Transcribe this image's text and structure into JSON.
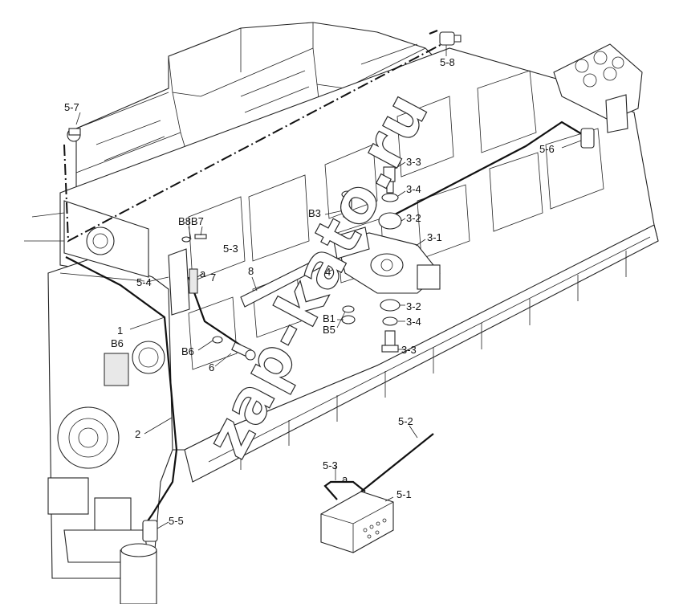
{
  "labels": {
    "l_5_7": "5-7",
    "l_5_8": "5-8",
    "l_5_6": "5-6",
    "l_3_3_top": "3-3",
    "l_3_4_top": "3-4",
    "l_3_2_top": "3-2",
    "l_3_1": "3-1",
    "l_b3": "B3",
    "l_b8b7": "B8B7",
    "l_5_3_top": "5-3",
    "l_7": "7",
    "l_a_top": "a",
    "l_5_4": "5-4",
    "l_8": "8",
    "l_4": "4",
    "l_1": "1",
    "l_b6_left": "B6",
    "l_b1": "B1",
    "l_b5": "B5",
    "l_3_2_bot": "3-2",
    "l_3_4_bot": "3-4",
    "l_3_3_bot": "3-3",
    "l_b6_mid": "B6",
    "l_6": "6",
    "l_2": "2",
    "l_5_2": "5-2",
    "l_5_3_bot": "5-3",
    "l_a_bot": "a",
    "l_5_1": "5-1",
    "l_5_5": "5-5"
  },
  "watermark": "zap-kato.ru"
}
